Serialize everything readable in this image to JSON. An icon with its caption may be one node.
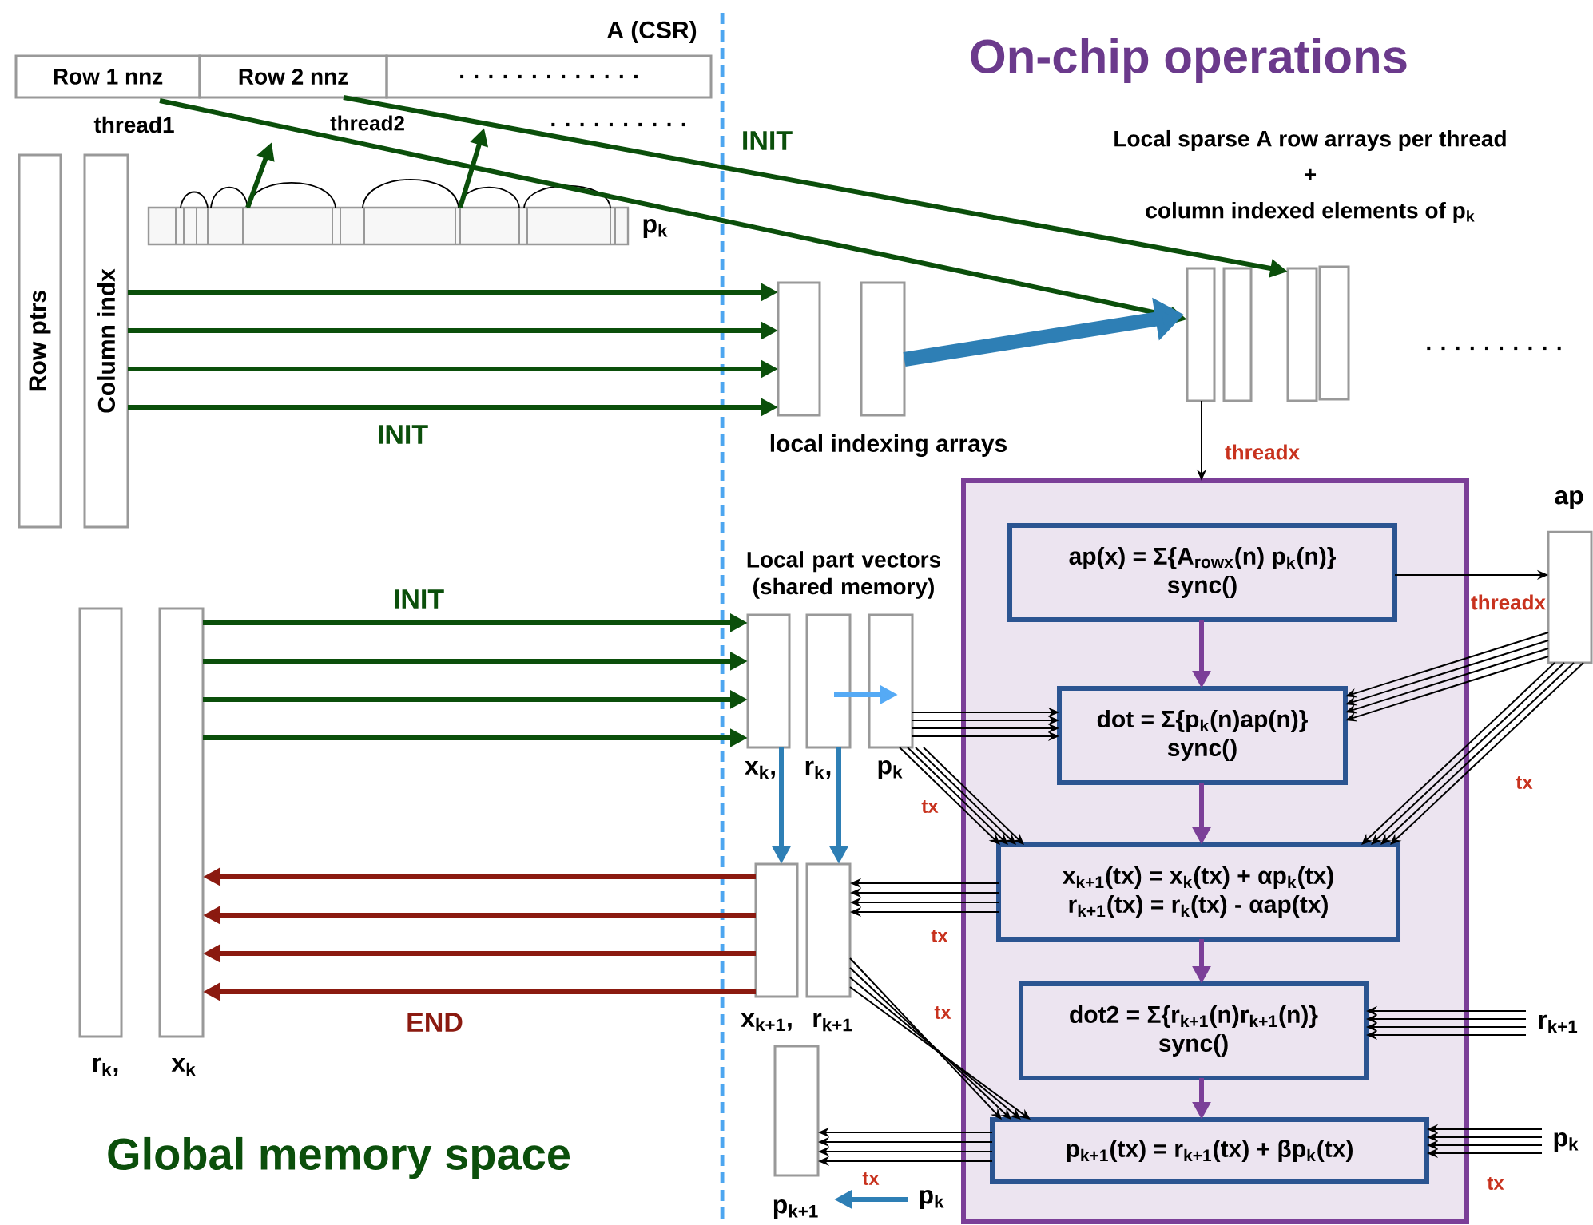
{
  "diagram": {
    "nodes": [
      {
        "text": [
          "Row 1 nnz"
        ]
      },
      {
        "text": [
          "Row 2 nnz"
        ]
      },
      {
        "text": [
          ". . . . . . . . . . . . ."
        ]
      },
      {
        "text": [
          "Row ptrs"
        ]
      },
      {
        "text": [
          "Column indx"
        ]
      },
      {
        "text": [],
        "shape": "bar",
        "beside": [
          "p$_{k}$"
        ]
      },
      {
        "text": [],
        "shape": "box"
      },
      {
        "text": [],
        "shape": "box"
      },
      {
        "text": [],
        "shape": "box"
      },
      {
        "text": [],
        "shape": "box"
      },
      {
        "text": [],
        "shape": "box"
      },
      {
        "text": [],
        "shape": "box"
      },
      {
        "text": [],
        "shape": "box"
      },
      {
        "text": [
          "ap(x) = Σ{A$_{rowx}$(n) p$_{k}$(n)}",
          "sync()"
        ],
        "in": 12
      },
      {
        "text": [
          "dot = Σ{p$_{k}$(n)ap(n)}",
          "sync()"
        ],
        "in": 12
      },
      {
        "text": [
          "x$_{k+1}$(tx) = x$_{k}$(tx) + αp$_{k}$(tx)",
          "r$_{k+1}$(tx) = r$_{k}$(tx) - αap(tx)"
        ],
        "in": 12
      },
      {
        "text": [
          "dot2 = Σ{r$_{k+1}$(n)r$_{k+1}$(n)}",
          "sync()"
        ],
        "in": 12
      },
      {
        "text": [
          "p$_{k+1}$(tx) = r$_{k+1}$(tx) + βp$_{k}$(tx)"
        ],
        "in": 12
      },
      {
        "text": [],
        "shape": "box",
        "beside": [
          "ap"
        ]
      },
      {
        "text": [],
        "shape": "box",
        "beside": [
          "r$_{k}$,"
        ]
      },
      {
        "text": [],
        "shape": "box",
        "beside": [
          "x$_{k}$"
        ]
      },
      {
        "text": [],
        "shape": "box",
        "beside": [
          "x$_{k}$,"
        ]
      },
      {
        "text": [],
        "shape": "box",
        "beside": [
          "r$_{k}$,"
        ]
      },
      {
        "text": [],
        "shape": "box",
        "beside": [
          "p$_{k}$"
        ]
      },
      {
        "text": [],
        "shape": "box",
        "beside": [
          "x$_{k+1}$,"
        ]
      },
      {
        "text": [],
        "shape": "box",
        "beside": [
          "r$_{k+1}$"
        ]
      },
      {
        "text": [],
        "shape": "box",
        "beside": [
          "p$_{k+1}$"
        ]
      },
      {
        "text": [
          "r$_{k+1}$"
        ]
      },
      {
        "text": [
          "p$_{k}$"
        ]
      },
      {
        "text": [
          "p$_{k}$"
        ]
      }
    ],
    "edges": [
      {
        "from": 0,
        "to": 8,
        "arrow": "to",
        "style": "thick",
        "color": "#0b4f0b"
      },
      {
        "from": 1,
        "to": 10,
        "arrow": "to",
        "style": "thick",
        "color": "#0b4f0b"
      },
      {
        "from": 5,
        "to": null,
        "arrow": "to",
        "style": "thick",
        "color": "#0b4f0b"
      },
      {
        "from": 5,
        "to": null,
        "arrow": "to",
        "style": "thick",
        "color": "#0b4f0b"
      },
      {
        "from": 4,
        "to": 6,
        "arrow": "to",
        "style": "thick",
        "color": "#0b4f0b"
      },
      {
        "from": 4,
        "to": 6,
        "arrow": "to",
        "style": "thick",
        "color": "#0b4f0b"
      },
      {
        "from": 4,
        "to": 6,
        "arrow": "to",
        "style": "thick",
        "color": "#0b4f0b"
      },
      {
        "from": 4,
        "to": 6,
        "arrow": "to",
        "style": "thick",
        "color": "#0b4f0b",
        "label": "INIT"
      },
      {
        "from": 7,
        "to": 8,
        "arrow": "to",
        "style": "thick",
        "color": "#2e7fb5"
      },
      {
        "from": 8,
        "to": 12,
        "arrow": "to",
        "label": "threadx"
      },
      {
        "from": 20,
        "to": 21,
        "arrow": "to",
        "style": "thick",
        "color": "#0b4f0b",
        "label": "INIT"
      },
      {
        "from": 20,
        "to": 21,
        "arrow": "to",
        "style": "thick",
        "color": "#0b4f0b"
      },
      {
        "from": 20,
        "to": 21,
        "arrow": "to",
        "style": "thick",
        "color": "#0b4f0b"
      },
      {
        "from": 20,
        "to": 21,
        "arrow": "to",
        "style": "thick",
        "color": "#0b4f0b"
      },
      {
        "from": 24,
        "to": 20,
        "arrow": "to",
        "style": "thick",
        "color": "#8b1a10"
      },
      {
        "from": 24,
        "to": 20,
        "arrow": "to",
        "style": "thick",
        "color": "#8b1a10"
      },
      {
        "from": 24,
        "to": 20,
        "arrow": "to",
        "style": "thick",
        "color": "#8b1a10"
      },
      {
        "from": 24,
        "to": 20,
        "arrow": "to",
        "style": "thick",
        "color": "#8b1a10",
        "label": "END"
      },
      {
        "from": 21,
        "to": 24,
        "arrow": "to",
        "style": "thick",
        "color": "#2e7fb5"
      },
      {
        "from": 22,
        "to": 25,
        "arrow": "to",
        "style": "thick",
        "color": "#2e7fb5"
      },
      {
        "from": 22,
        "to": 23,
        "arrow": "to",
        "style": "thick",
        "color": "#55aaf5"
      },
      {
        "from": 29,
        "to": 26,
        "arrow": "to",
        "style": "thick",
        "color": "#2e7fb5"
      },
      {
        "from": 23,
        "to": 14,
        "arrow": "to"
      },
      {
        "from": 23,
        "to": 14,
        "arrow": "to"
      },
      {
        "from": 23,
        "to": 14,
        "arrow": "to"
      },
      {
        "from": 23,
        "to": 14,
        "arrow": "to"
      },
      {
        "from": 18,
        "to": 14,
        "arrow": "to"
      },
      {
        "from": 18,
        "to": 14,
        "arrow": "to"
      },
      {
        "from": 18,
        "to": 14,
        "arrow": "to"
      },
      {
        "from": 18,
        "to": 14,
        "arrow": "to"
      },
      {
        "from": 23,
        "to": 15,
        "arrow": "to",
        "label": "tx"
      },
      {
        "from": 23,
        "to": 15,
        "arrow": "to"
      },
      {
        "from": 23,
        "to": 15,
        "arrow": "to"
      },
      {
        "from": 23,
        "to": 15,
        "arrow": "to"
      },
      {
        "from": 18,
        "to": 15,
        "arrow": "to"
      },
      {
        "from": 18,
        "to": 15,
        "arrow": "to"
      },
      {
        "from": 18,
        "to": 15,
        "arrow": "to"
      },
      {
        "from": 18,
        "to": 15,
        "arrow": "to",
        "label": "tx"
      },
      {
        "from": 15,
        "to": 25,
        "arrow": "to"
      },
      {
        "from": 15,
        "to": 25,
        "arrow": "to"
      },
      {
        "from": 15,
        "to": 25,
        "arrow": "to"
      },
      {
        "from": 15,
        "to": 25,
        "arrow": "to",
        "label": "tx"
      },
      {
        "from": 25,
        "to": 17,
        "arrow": "to",
        "label": "tx"
      },
      {
        "from": 25,
        "to": 17,
        "arrow": "to"
      },
      {
        "from": 25,
        "to": 17,
        "arrow": "to"
      },
      {
        "from": 25,
        "to": 17,
        "arrow": "to"
      },
      {
        "from": 17,
        "to": 26,
        "arrow": "to"
      },
      {
        "from": 17,
        "to": 26,
        "arrow": "to"
      },
      {
        "from": 17,
        "to": 26,
        "arrow": "to"
      },
      {
        "from": 17,
        "to": 26,
        "arrow": "to",
        "label": "tx"
      },
      {
        "from": 27,
        "to": 16,
        "arrow": "to"
      },
      {
        "from": 27,
        "to": 16,
        "arrow": "to"
      },
      {
        "from": 27,
        "to": 16,
        "arrow": "to"
      },
      {
        "from": 27,
        "to": 16,
        "arrow": "to"
      },
      {
        "from": 28,
        "to": 17,
        "arrow": "to"
      },
      {
        "from": 28,
        "to": 17,
        "arrow": "to"
      },
      {
        "from": 28,
        "to": 17,
        "arrow": "to"
      },
      {
        "from": 28,
        "to": 17,
        "arrow": "to",
        "label": "tx"
      },
      {
        "from": 13,
        "to": 18,
        "arrow": "to",
        "label": "threadx"
      },
      {
        "from": 13,
        "to": 14,
        "arrow": "to",
        "style": "thick",
        "color": "#7b3f98"
      },
      {
        "from": 14,
        "to": 15,
        "arrow": "to",
        "style": "thick",
        "color": "#7b3f98"
      },
      {
        "from": 15,
        "to": 16,
        "arrow": "to",
        "style": "thick",
        "color": "#7b3f98"
      },
      {
        "from": 16,
        "to": 17,
        "arrow": "to",
        "style": "thick",
        "color": "#7b3f98"
      }
    ],
    "labels": [
      "A (CSR)",
      "thread1",
      "thread2",
      ". . . . . . . . . .",
      "INIT",
      "On-chip operations",
      "Local sparse A row arrays per thread",
      "+",
      "column indexed elements of p$_{k}$",
      ". . . . . . . . . .",
      "local indexing arrays",
      "Local part vectors (shared memory)",
      "Global memory space"
    ]
  }
}
